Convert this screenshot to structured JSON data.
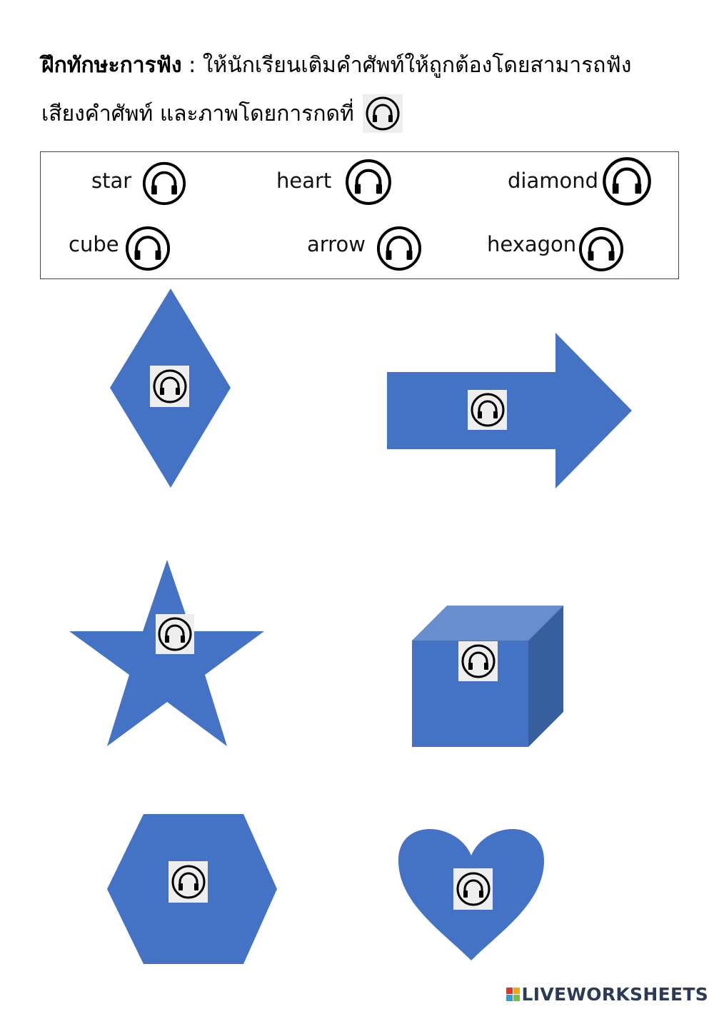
{
  "instructions": {
    "title": "ฝึกทักษะการฟัง",
    "line1_rest": " : ให้นักเรียนเติมคำศัพท์ให้ถูกต้องโดยสามารถฟัง",
    "line2": "เสียงคำศัพท์ และภาพโดยการกดที่"
  },
  "words": [
    "star",
    "heart",
    "diamond",
    "cube",
    "arrow",
    "hexagon"
  ],
  "icons": {
    "audio": "headphones-icon"
  },
  "colors": {
    "shape_fill": "#4472C4",
    "cube_top": "#698ED0",
    "cube_side": "#365F9E"
  },
  "branding": {
    "logo_text": "LIVEWORKSHEETS"
  }
}
